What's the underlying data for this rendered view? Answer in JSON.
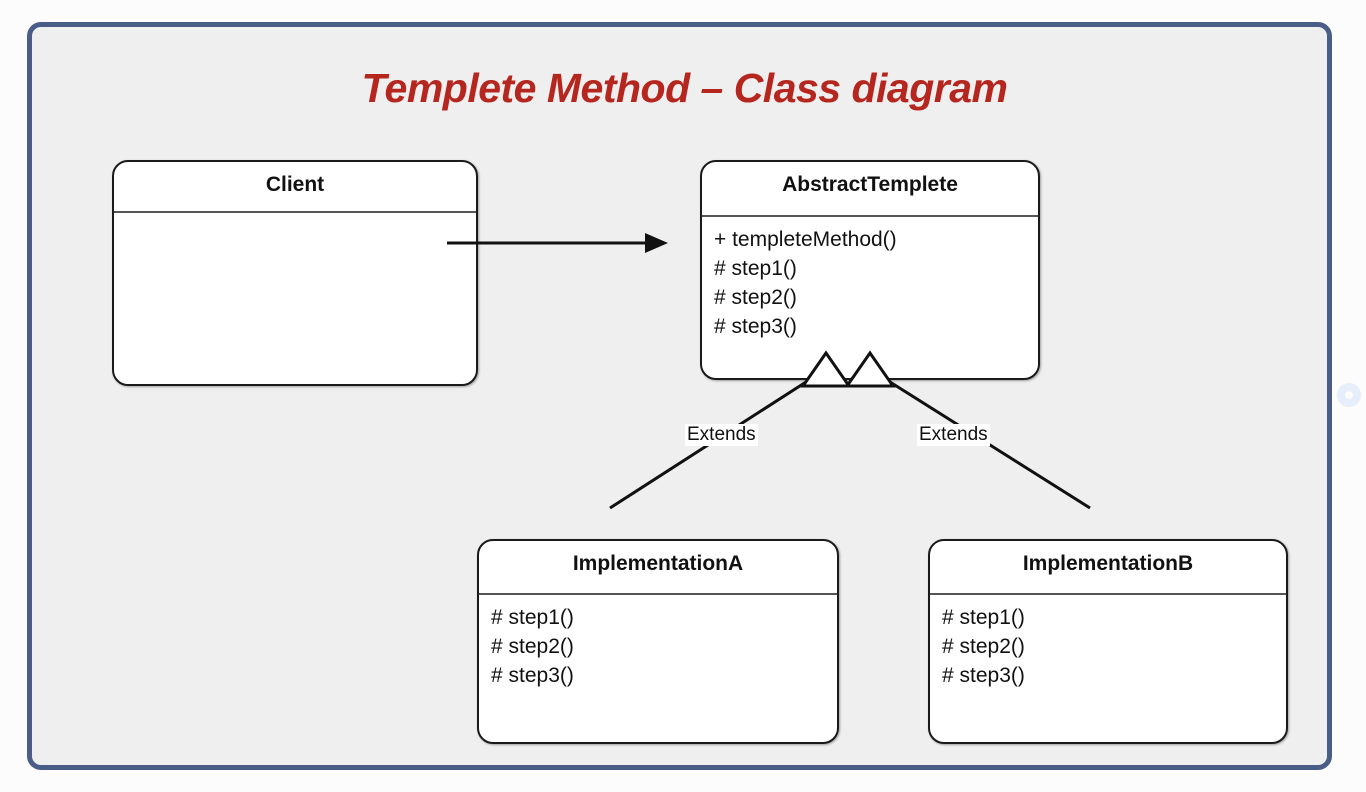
{
  "slide": {
    "title": "Templete Method – Class diagram",
    "title_color": "#b5261e",
    "frame_border_color": "#4a5d86",
    "frame_background": "#efefef",
    "page_background": "#fcfcfc"
  },
  "diagram": {
    "type": "uml-class-diagram",
    "classes": [
      {
        "name": "Client",
        "members": []
      },
      {
        "name": "AbstractTemplete",
        "members": [
          "+ templeteMethod()",
          "# step1()",
          "# step2()",
          "# step3()"
        ]
      },
      {
        "name": "ImplementationA",
        "members": [
          "# step1()",
          "# step2()",
          "# step3()"
        ]
      },
      {
        "name": "ImplementationB",
        "members": [
          "# step1()",
          "# step2()",
          "# step3()"
        ]
      }
    ],
    "relations": [
      {
        "kind": "association",
        "from": "Client",
        "to": "AbstractTemplete",
        "label": "",
        "arrowhead": "filled-arrow"
      },
      {
        "kind": "generalization",
        "from": "ImplementationA",
        "to": "AbstractTemplete",
        "label": "Extends",
        "arrowhead": "hollow-triangle"
      },
      {
        "kind": "generalization",
        "from": "ImplementationB",
        "to": "AbstractTemplete",
        "label": "Extends",
        "arrowhead": "hollow-triangle"
      }
    ]
  }
}
